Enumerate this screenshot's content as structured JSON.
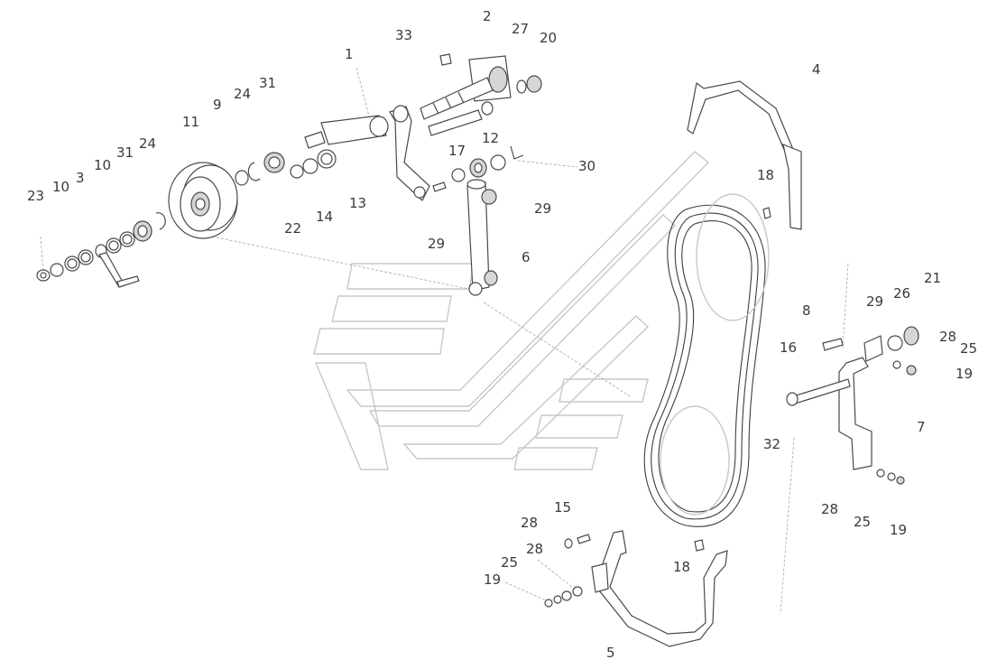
{
  "labels": {
    "l1": "1",
    "l2": "2",
    "l3": "3",
    "l4": "4",
    "l5": "5",
    "l6": "6",
    "l7": "7",
    "l8": "8",
    "l9": "9",
    "l10a": "10",
    "l10b": "10",
    "l11": "11",
    "l12": "12",
    "l13": "13",
    "l14": "14",
    "l15": "15",
    "l16": "16",
    "l17": "17",
    "l18a": "18",
    "l18b": "18",
    "l19a": "19",
    "l19b": "19",
    "l19c": "19",
    "l20": "20",
    "l21": "21",
    "l22": "22",
    "l23": "23",
    "l24a": "24",
    "l24b": "24",
    "l25a": "25",
    "l25b": "25",
    "l25c": "25",
    "l26": "26",
    "l27": "27",
    "l28a": "28",
    "l28b": "28",
    "l28c": "28",
    "l28d": "28",
    "l29a": "29",
    "l29b": "29",
    "l29c": "29",
    "l30": "30",
    "l31a": "31",
    "l31b": "31",
    "l32": "32",
    "l33": "33"
  }
}
